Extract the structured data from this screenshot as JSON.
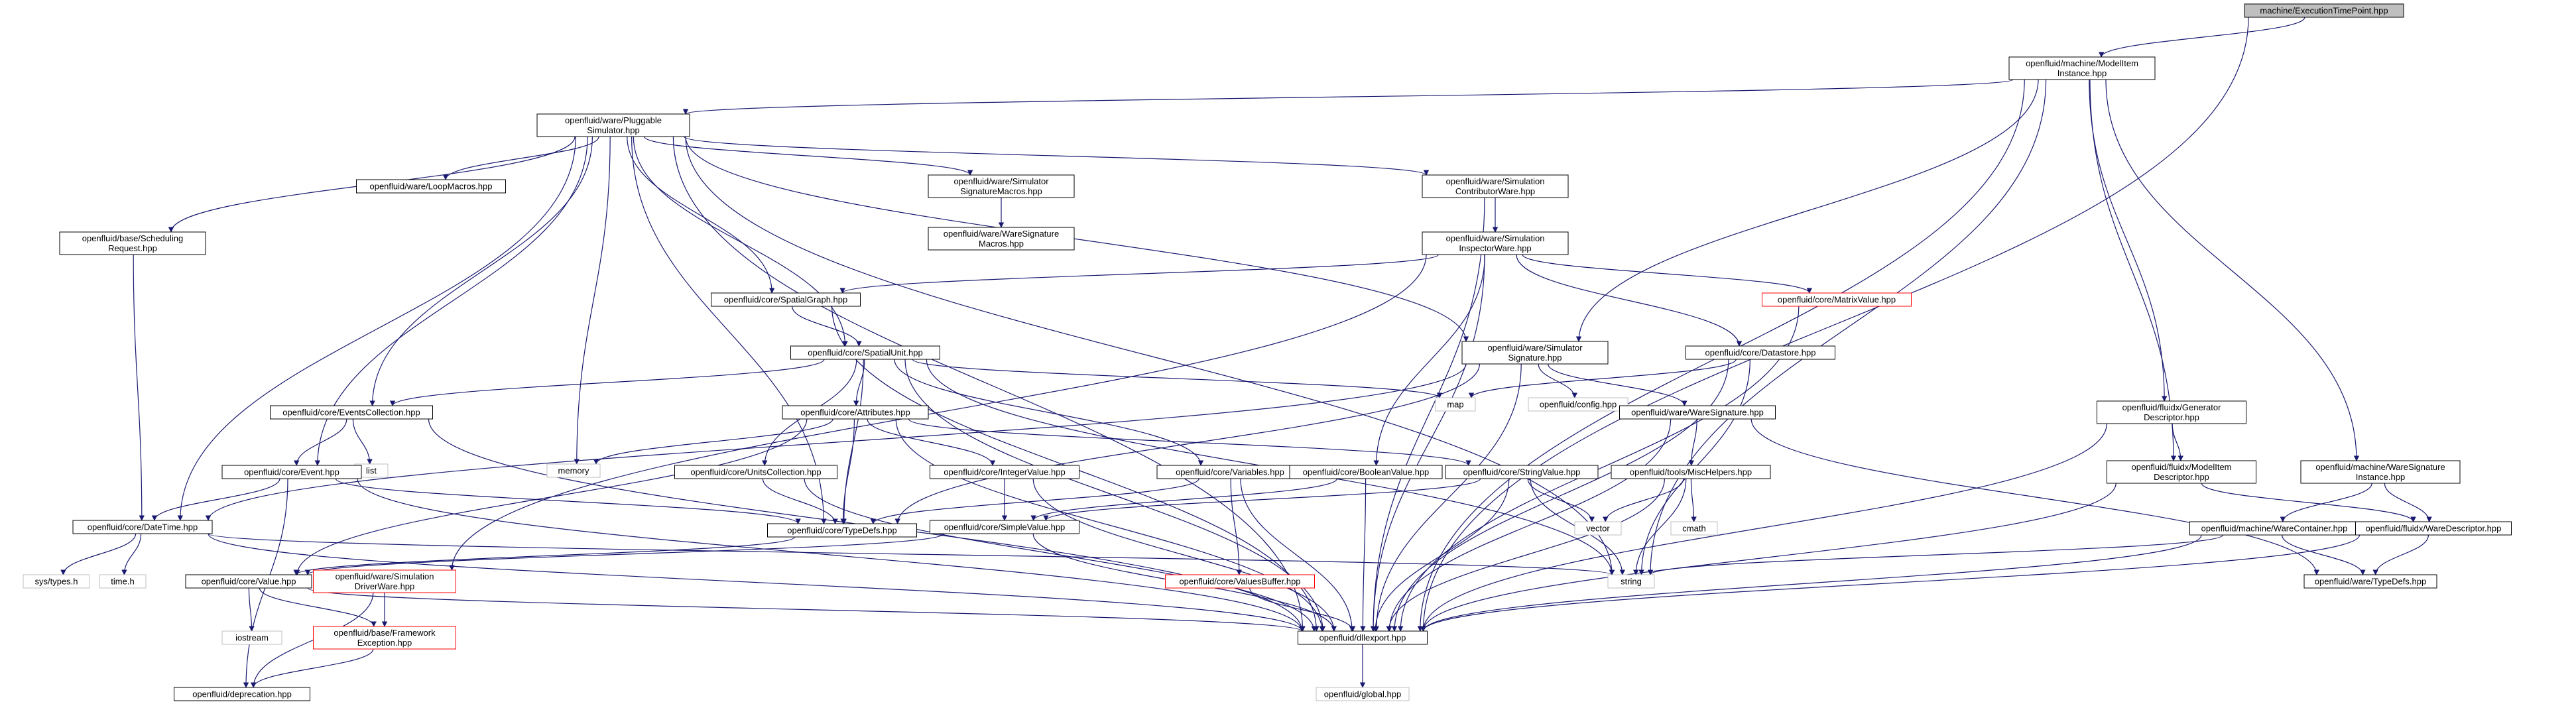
{
  "colors": {
    "background": "#ffffff",
    "edge": "#191970",
    "node_border": "#000000",
    "node_border_truncated": "#ff0000",
    "node_border_system": "#bfbfbf",
    "root_fill": "#bfbfbf",
    "system_text": "#999999"
  },
  "nodes": [
    {
      "id": "root",
      "lines": [
        "machine/ExecutionTimePoint.hpp"
      ],
      "kind": "root",
      "interactable": false
    },
    {
      "id": "modelitem_instance",
      "lines": [
        "openfluid/machine/ModelItem",
        "Instance.hpp"
      ],
      "kind": "normal",
      "interactable": true
    },
    {
      "id": "pluggable_simulator",
      "lines": [
        "openfluid/ware/Pluggable",
        "Simulator.hpp"
      ],
      "kind": "normal",
      "interactable": true
    },
    {
      "id": "loop_macros",
      "lines": [
        "openfluid/ware/LoopMacros.hpp"
      ],
      "kind": "normal",
      "interactable": true
    },
    {
      "id": "sim_signature_macros",
      "lines": [
        "openfluid/ware/Simulator",
        "SignatureMacros.hpp"
      ],
      "kind": "normal",
      "interactable": true
    },
    {
      "id": "sim_contributor_ware",
      "lines": [
        "openfluid/ware/Simulation",
        "ContributorWare.hpp"
      ],
      "kind": "normal",
      "interactable": true
    },
    {
      "id": "ware_signature_macros",
      "lines": [
        "openfluid/ware/WareSignature",
        "Macros.hpp"
      ],
      "kind": "normal",
      "interactable": true
    },
    {
      "id": "sim_inspector_ware",
      "lines": [
        "openfluid/ware/Simulation",
        "InspectorWare.hpp"
      ],
      "kind": "normal",
      "interactable": true
    },
    {
      "id": "scheduling_request",
      "lines": [
        "openfluid/base/Scheduling",
        "Request.hpp"
      ],
      "kind": "normal",
      "interactable": true
    },
    {
      "id": "spatial_graph",
      "lines": [
        "openfluid/core/SpatialGraph.hpp"
      ],
      "kind": "normal",
      "interactable": true
    },
    {
      "id": "matrix_value",
      "lines": [
        "openfluid/core/MatrixValue.hpp"
      ],
      "kind": "truncated",
      "interactable": true
    },
    {
      "id": "spatial_unit",
      "lines": [
        "openfluid/core/SpatialUnit.hpp"
      ],
      "kind": "normal",
      "interactable": true
    },
    {
      "id": "simulator_signature",
      "lines": [
        "openfluid/ware/Simulator",
        "Signature.hpp"
      ],
      "kind": "normal",
      "interactable": true
    },
    {
      "id": "datastore",
      "lines": [
        "openfluid/core/Datastore.hpp"
      ],
      "kind": "normal",
      "interactable": true
    },
    {
      "id": "map",
      "lines": [
        "map"
      ],
      "kind": "system",
      "interactable": false
    },
    {
      "id": "config",
      "lines": [
        "openfluid/config.hpp"
      ],
      "kind": "system",
      "interactable": false
    },
    {
      "id": "events_collection",
      "lines": [
        "openfluid/core/EventsCollection.hpp"
      ],
      "kind": "normal",
      "interactable": true
    },
    {
      "id": "attributes",
      "lines": [
        "openfluid/core/Attributes.hpp"
      ],
      "kind": "normal",
      "interactable": true
    },
    {
      "id": "ware_signature",
      "lines": [
        "openfluid/ware/WareSignature.hpp"
      ],
      "kind": "normal",
      "interactable": true
    },
    {
      "id": "generator_descriptor",
      "lines": [
        "openfluid/fluidx/Generator",
        "Descriptor.hpp"
      ],
      "kind": "normal",
      "interactable": true
    },
    {
      "id": "list",
      "lines": [
        "list"
      ],
      "kind": "system",
      "interactable": false
    },
    {
      "id": "memory",
      "lines": [
        "memory"
      ],
      "kind": "system",
      "interactable": false
    },
    {
      "id": "event",
      "lines": [
        "openfluid/core/Event.hpp"
      ],
      "kind": "normal",
      "interactable": true
    },
    {
      "id": "units_collection",
      "lines": [
        "openfluid/core/UnitsCollection.hpp"
      ],
      "kind": "normal",
      "interactable": true
    },
    {
      "id": "integer_value",
      "lines": [
        "openfluid/core/IntegerValue.hpp"
      ],
      "kind": "normal",
      "interactable": true
    },
    {
      "id": "variables",
      "lines": [
        "openfluid/core/Variables.hpp"
      ],
      "kind": "normal",
      "interactable": true
    },
    {
      "id": "boolean_value",
      "lines": [
        "openfluid/core/BooleanValue.hpp"
      ],
      "kind": "normal",
      "interactable": true
    },
    {
      "id": "string_value",
      "lines": [
        "openfluid/core/StringValue.hpp"
      ],
      "kind": "normal",
      "interactable": true
    },
    {
      "id": "misc_helpers",
      "lines": [
        "openfluid/tools/MiscHelpers.hpp"
      ],
      "kind": "normal",
      "interactable": true
    },
    {
      "id": "modelitem_descriptor",
      "lines": [
        "openfluid/fluidx/ModelItem",
        "Descriptor.hpp"
      ],
      "kind": "normal",
      "interactable": true
    },
    {
      "id": "ware_signature_instance",
      "lines": [
        "openfluid/machine/WareSignature",
        "Instance.hpp"
      ],
      "kind": "normal",
      "interactable": true
    },
    {
      "id": "datetime",
      "lines": [
        "openfluid/core/DateTime.hpp"
      ],
      "kind": "normal",
      "interactable": true
    },
    {
      "id": "typedefs_core",
      "lines": [
        "openfluid/core/TypeDefs.hpp"
      ],
      "kind": "normal",
      "interactable": true
    },
    {
      "id": "simple_value",
      "lines": [
        "openfluid/core/SimpleValue.hpp"
      ],
      "kind": "normal",
      "interactable": true
    },
    {
      "id": "vector",
      "lines": [
        "vector"
      ],
      "kind": "system",
      "interactable": false
    },
    {
      "id": "cmath",
      "lines": [
        "cmath"
      ],
      "kind": "system",
      "interactable": false
    },
    {
      "id": "ware_container",
      "lines": [
        "openfluid/machine/WareContainer.hpp"
      ],
      "kind": "normal",
      "interactable": true
    },
    {
      "id": "ware_descriptor",
      "lines": [
        "openfluid/fluidx/WareDescriptor.hpp"
      ],
      "kind": "normal",
      "interactable": true
    },
    {
      "id": "sys_types",
      "lines": [
        "sys/types.h"
      ],
      "kind": "system",
      "interactable": false
    },
    {
      "id": "time_h",
      "lines": [
        "time.h"
      ],
      "kind": "system",
      "interactable": false
    },
    {
      "id": "value",
      "lines": [
        "openfluid/core/Value.hpp"
      ],
      "kind": "normal",
      "interactable": true
    },
    {
      "id": "sim_driver_ware",
      "lines": [
        "openfluid/ware/Simulation",
        "DriverWare.hpp"
      ],
      "kind": "truncated",
      "interactable": true
    },
    {
      "id": "values_buffer",
      "lines": [
        "openfluid/core/ValuesBuffer.hpp"
      ],
      "kind": "truncated",
      "interactable": true
    },
    {
      "id": "string",
      "lines": [
        "string"
      ],
      "kind": "system",
      "interactable": false
    },
    {
      "id": "typedefs_ware",
      "lines": [
        "openfluid/ware/TypeDefs.hpp"
      ],
      "kind": "normal",
      "interactable": true
    },
    {
      "id": "iostream",
      "lines": [
        "iostream"
      ],
      "kind": "system",
      "interactable": false
    },
    {
      "id": "framework_exception",
      "lines": [
        "openfluid/base/Framework",
        "Exception.hpp"
      ],
      "kind": "truncated",
      "interactable": true
    },
    {
      "id": "dllexport",
      "lines": [
        "openfluid/dllexport.hpp"
      ],
      "kind": "normal",
      "interactable": true
    },
    {
      "id": "deprecation",
      "lines": [
        "openfluid/deprecation.hpp"
      ],
      "kind": "normal",
      "interactable": true
    },
    {
      "id": "global",
      "lines": [
        "openfluid/global.hpp"
      ],
      "kind": "system",
      "interactable": false
    }
  ],
  "edges": [
    [
      "root",
      "modelitem_instance"
    ],
    [
      "root",
      "dllexport"
    ],
    [
      "modelitem_instance",
      "pluggable_simulator"
    ],
    [
      "modelitem_instance",
      "simulator_signature"
    ],
    [
      "modelitem_instance",
      "generator_descriptor"
    ],
    [
      "modelitem_instance",
      "modelitem_descriptor"
    ],
    [
      "modelitem_instance",
      "ware_signature_instance"
    ],
    [
      "modelitem_instance",
      "string"
    ],
    [
      "modelitem_instance",
      "dllexport"
    ],
    [
      "pluggable_simulator",
      "loop_macros"
    ],
    [
      "pluggable_simulator",
      "sim_signature_macros"
    ],
    [
      "pluggable_simulator",
      "sim_contributor_ware"
    ],
    [
      "pluggable_simulator",
      "scheduling_request"
    ],
    [
      "pluggable_simulator",
      "spatial_graph"
    ],
    [
      "pluggable_simulator",
      "spatial_unit"
    ],
    [
      "pluggable_simulator",
      "simulator_signature"
    ],
    [
      "pluggable_simulator",
      "events_collection"
    ],
    [
      "pluggable_simulator",
      "memory"
    ],
    [
      "pluggable_simulator",
      "event"
    ],
    [
      "pluggable_simulator",
      "datetime"
    ],
    [
      "pluggable_simulator",
      "typedefs_core"
    ],
    [
      "pluggable_simulator",
      "dllexport"
    ],
    [
      "pluggable_simulator",
      "string"
    ],
    [
      "sim_signature_macros",
      "ware_signature_macros"
    ],
    [
      "sim_contributor_ware",
      "sim_inspector_ware"
    ],
    [
      "sim_contributor_ware",
      "dllexport"
    ],
    [
      "sim_inspector_ware",
      "spatial_graph"
    ],
    [
      "sim_inspector_ware",
      "matrix_value"
    ],
    [
      "sim_inspector_ware",
      "datastore"
    ],
    [
      "sim_inspector_ware",
      "boolean_value"
    ],
    [
      "sim_inspector_ware",
      "sim_driver_ware"
    ],
    [
      "sim_inspector_ware",
      "dllexport"
    ],
    [
      "scheduling_request",
      "datetime"
    ],
    [
      "spatial_graph",
      "spatial_unit"
    ],
    [
      "spatial_graph",
      "dllexport"
    ],
    [
      "spatial_unit",
      "events_collection"
    ],
    [
      "spatial_unit",
      "attributes"
    ],
    [
      "spatial_unit",
      "units_collection"
    ],
    [
      "spatial_unit",
      "variables"
    ],
    [
      "spatial_unit",
      "map"
    ],
    [
      "spatial_unit",
      "typedefs_core"
    ],
    [
      "spatial_unit",
      "dllexport"
    ],
    [
      "spatial_unit",
      "string"
    ],
    [
      "matrix_value",
      "dllexport"
    ],
    [
      "simulator_signature",
      "ware_signature"
    ],
    [
      "simulator_signature",
      "config"
    ],
    [
      "simulator_signature",
      "typedefs_core"
    ],
    [
      "simulator_signature",
      "datetime"
    ],
    [
      "simulator_signature",
      "dllexport"
    ],
    [
      "datastore",
      "map"
    ],
    [
      "datastore",
      "string"
    ],
    [
      "datastore",
      "dllexport"
    ],
    [
      "events_collection",
      "event"
    ],
    [
      "events_collection",
      "list"
    ],
    [
      "events_collection",
      "dllexport"
    ],
    [
      "attributes",
      "memory"
    ],
    [
      "attributes",
      "string_value"
    ],
    [
      "attributes",
      "integer_value"
    ],
    [
      "attributes",
      "value"
    ],
    [
      "attributes",
      "typedefs_core"
    ],
    [
      "attributes",
      "dllexport"
    ],
    [
      "ware_signature",
      "misc_helpers"
    ],
    [
      "ware_signature",
      "typedefs_ware"
    ],
    [
      "ware_signature",
      "dllexport"
    ],
    [
      "generator_descriptor",
      "modelitem_descriptor"
    ],
    [
      "generator_descriptor",
      "dllexport"
    ],
    [
      "event",
      "datetime"
    ],
    [
      "event",
      "typedefs_core"
    ],
    [
      "event",
      "dllexport"
    ],
    [
      "event",
      "deprecation"
    ],
    [
      "units_collection",
      "typedefs_core"
    ],
    [
      "units_collection",
      "dllexport"
    ],
    [
      "integer_value",
      "simple_value"
    ],
    [
      "integer_value",
      "dllexport"
    ],
    [
      "variables",
      "values_buffer"
    ],
    [
      "variables",
      "typedefs_core"
    ],
    [
      "variables",
      "dllexport"
    ],
    [
      "boolean_value",
      "simple_value"
    ],
    [
      "boolean_value",
      "dllexport"
    ],
    [
      "string_value",
      "simple_value"
    ],
    [
      "string_value",
      "vector"
    ],
    [
      "string_value",
      "string"
    ],
    [
      "string_value",
      "dllexport"
    ],
    [
      "misc_helpers",
      "vector"
    ],
    [
      "misc_helpers",
      "cmath"
    ],
    [
      "misc_helpers",
      "string"
    ],
    [
      "misc_helpers",
      "dllexport"
    ],
    [
      "modelitem_descriptor",
      "ware_descriptor"
    ],
    [
      "modelitem_descriptor",
      "dllexport"
    ],
    [
      "ware_signature_instance",
      "ware_container"
    ],
    [
      "ware_signature_instance",
      "ware_descriptor"
    ],
    [
      "datetime",
      "sys_types"
    ],
    [
      "datetime",
      "time_h"
    ],
    [
      "datetime",
      "string"
    ],
    [
      "datetime",
      "dllexport"
    ],
    [
      "typedefs_core",
      "value"
    ],
    [
      "simple_value",
      "value"
    ],
    [
      "simple_value",
      "dllexport"
    ],
    [
      "ware_container",
      "typedefs_ware"
    ],
    [
      "ware_container",
      "string"
    ],
    [
      "ware_container",
      "dllexport"
    ],
    [
      "ware_descriptor",
      "typedefs_ware"
    ],
    [
      "ware_descriptor",
      "dllexport"
    ],
    [
      "value",
      "iostream"
    ],
    [
      "value",
      "framework_exception"
    ],
    [
      "value",
      "dllexport"
    ],
    [
      "sim_driver_ware",
      "framework_exception"
    ],
    [
      "sim_driver_ware",
      "deprecation"
    ],
    [
      "values_buffer",
      "dllexport"
    ],
    [
      "framework_exception",
      "deprecation"
    ],
    [
      "dllexport",
      "global"
    ]
  ]
}
